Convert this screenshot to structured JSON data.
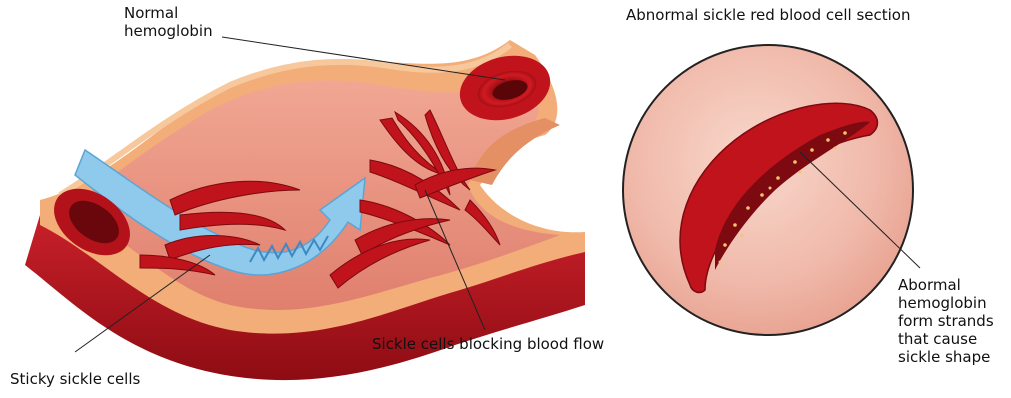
{
  "labels": {
    "normal_hemoglobin": [
      "Normal",
      "hemoglobin"
    ],
    "section_title": "Abnormal sickle red blood cell section",
    "sticky_cells": "Sticky sickle cells",
    "blocking": "Sickle cells blocking blood flow",
    "abnormal_hemoglobin": [
      "Abormal",
      "hemoglobin",
      "form strands",
      "that cause",
      "sickle shape"
    ]
  },
  "colors": {
    "vessel_outer": "#b8141e",
    "vessel_wall": "#f3b07d",
    "vessel_inner": "#f7c2a4",
    "vessel_lumen": "#e98e7f",
    "cell": "#c0131b",
    "cell_dark": "#7c0a10",
    "flow_arrow": "#7fbfe6",
    "inset_bg": "#f3c9be"
  },
  "icons": [
    "flow-arrow-icon",
    "red-blood-cell-icon",
    "sickle-cell-icon"
  ]
}
